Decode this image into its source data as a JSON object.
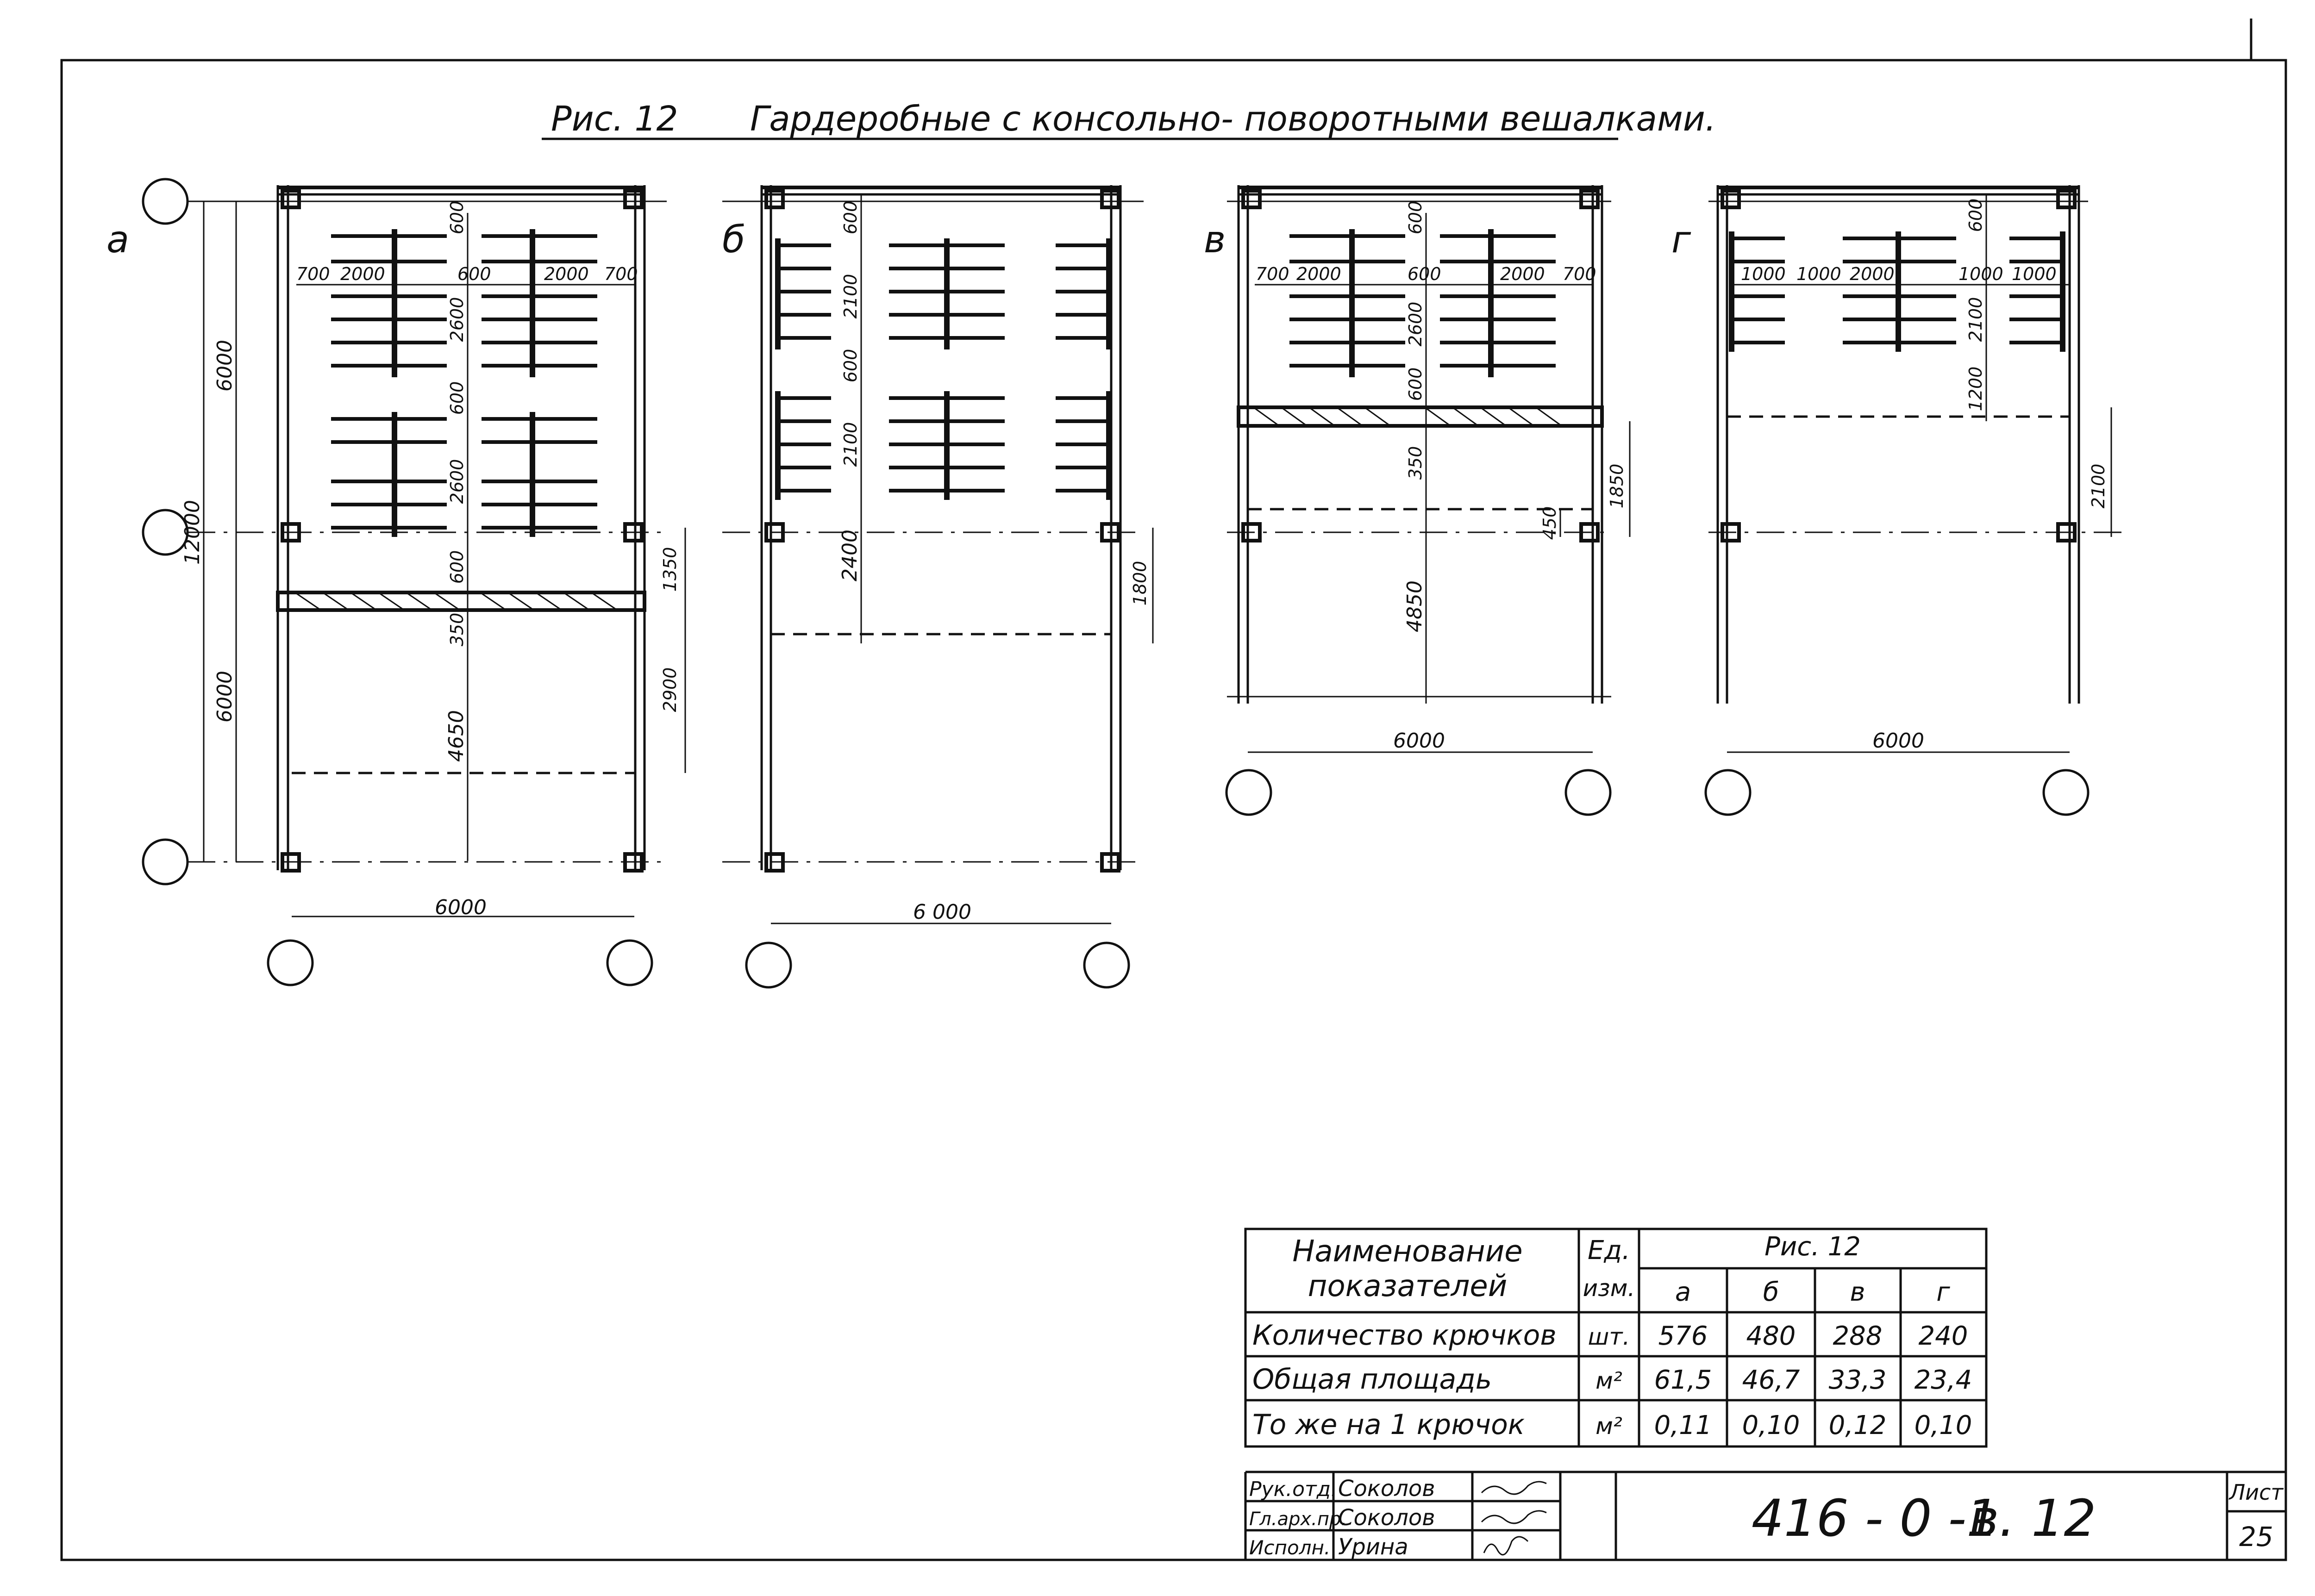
{
  "title": {
    "fig": "Рис. 12",
    "text": "Гардеробные с консольно- поворотными вешалками."
  },
  "plans": {
    "a": {
      "letter": "а",
      "dims": {
        "h_total": "12000",
        "h_upper": "6000",
        "h_lower": "6000",
        "width": "6000",
        "d700l": "700",
        "d2000l": "2000",
        "d600m": "600",
        "d2000r": "2000",
        "d700r": "700",
        "v600top": "600",
        "v2600a": "2600",
        "v600mid": "600",
        "v2600b": "2600",
        "v600low": "600",
        "v350": "350",
        "v4650": "4650",
        "r1350": "1350",
        "r2900": "2900"
      }
    },
    "b": {
      "letter": "б",
      "dims": {
        "v600top": "600",
        "v2100a": "2100",
        "v600mid": "600",
        "v2100b": "2100",
        "v2400": "2400",
        "r1800": "1800",
        "width": "6 000"
      }
    },
    "v": {
      "letter": "в",
      "dims": {
        "d700l": "700",
        "d2000l": "2000",
        "d600m": "600",
        "d2000r": "2000",
        "d700r": "700",
        "v600top": "600",
        "v2600": "2600",
        "v600low": "600",
        "v350": "350",
        "v4850": "4850",
        "r450": "450",
        "r1850": "1850",
        "width": "6000"
      }
    },
    "g": {
      "letter": "г",
      "dims": {
        "d1000a": "1000",
        "d1000b": "1000",
        "d2000": "2000",
        "d1000c": "1000",
        "d1000d": "1000",
        "v600top": "600",
        "v2100": "2100",
        "v1200": "1200",
        "r2100": "2100",
        "width": "6000"
      }
    }
  },
  "table": {
    "head_name_1": "Наименование",
    "head_name_2": "показателей",
    "head_unit_1": "Ед.",
    "head_unit_2": "изм.",
    "head_fig": "Рис. 12",
    "cols": [
      "а",
      "б",
      "в",
      "г"
    ],
    "rows": [
      {
        "name": "Количество крючков",
        "unit": "шт.",
        "values": [
          "576",
          "480",
          "288",
          "240"
        ]
      },
      {
        "name": "Общая площадь",
        "unit": "м²",
        "values": [
          "61,5",
          "46,7",
          "33,3",
          "23,4"
        ]
      },
      {
        "name": "То же на 1 крючок",
        "unit": "м²",
        "values": [
          "0,11",
          "0,10",
          "0,12",
          "0,10"
        ]
      }
    ]
  },
  "stamp": {
    "roles": [
      "Рук.отд.",
      "Гл.арх.пр.",
      "Исполн."
    ],
    "names": [
      "Соколов",
      "Соколов",
      "Урина"
    ],
    "code": "416 - 0 -1",
    "sheet_ref": "в. 12",
    "sheet_label": "Лист",
    "sheet_no": "25"
  }
}
